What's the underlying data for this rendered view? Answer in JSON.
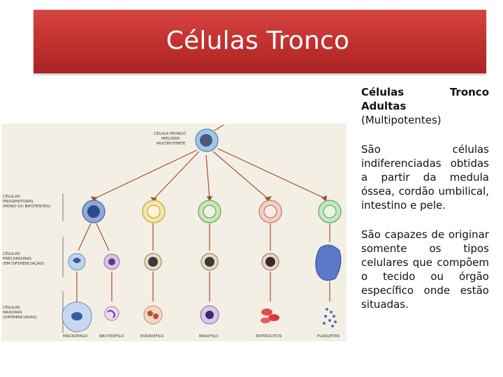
{
  "title": "Células Tronco",
  "sidebar_text": {
    "heading_line1": "Células Tronco Adultas",
    "heading_line2": "(Multipotentes)",
    "paragraph1": "São células indiferenciadas obtidas a partir da medula óssea, cordão umbilical, intestino e pele.",
    "paragraph2": "São capazes de originar somente os tipos celulares que compõem o tecido ou órgão específico onde estão situadas."
  },
  "diagram": {
    "root_label": [
      "CÉLULA-TRONCO",
      "MIELÓIDE",
      "MULTIPOTENTE"
    ],
    "row_labels": [
      [
        "CÉLULAS",
        "PROGENITORAS",
        "(MONO OU BIPOTENTES)"
      ],
      [
        "CÉLULAS",
        "PRECURSORAS",
        "(EM DIFERENCIAÇÃO)"
      ],
      [
        "CÉLULAS",
        "MADURAS",
        "(DIFERENCIADAS)"
      ]
    ],
    "mature_cells": [
      "MACRÓFAGO",
      "NEUTRÓFILO",
      "EOSINÓFILO",
      "BASÓFILO",
      "ERITRÓCITOS",
      "PLAQUETAS"
    ]
  }
}
